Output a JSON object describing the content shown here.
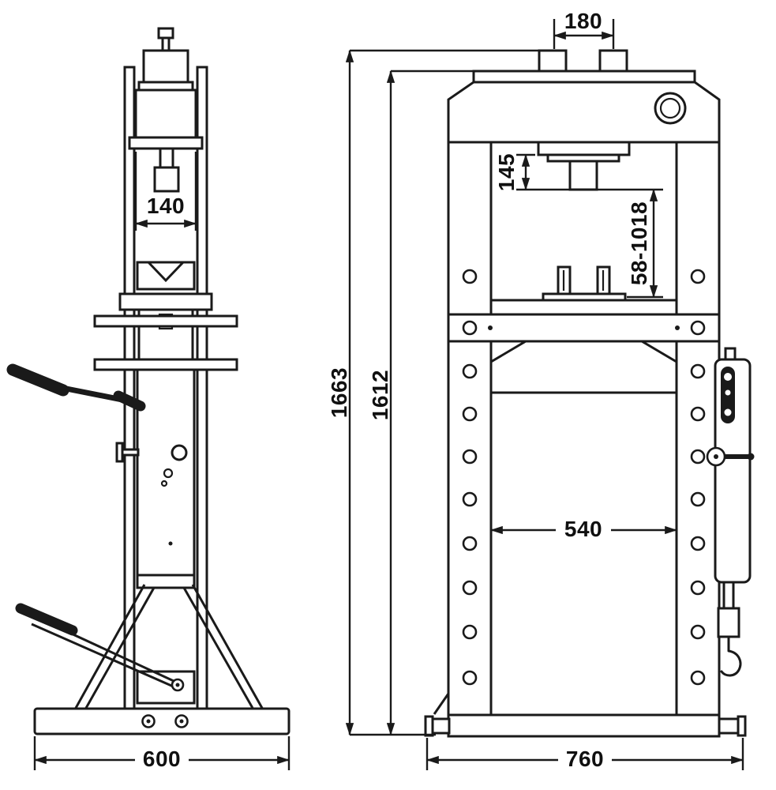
{
  "colors": {
    "line": "#1a1a1a",
    "background": "#ffffff"
  },
  "dimensions": {
    "side": {
      "cylinder_width": "140",
      "base_width": "600"
    },
    "front": {
      "top_width": "180",
      "stroke": "145",
      "working_range": "58-1018",
      "total_height": "1663",
      "frame_height": "1612",
      "inner_width": "540",
      "base_width": "760"
    }
  }
}
